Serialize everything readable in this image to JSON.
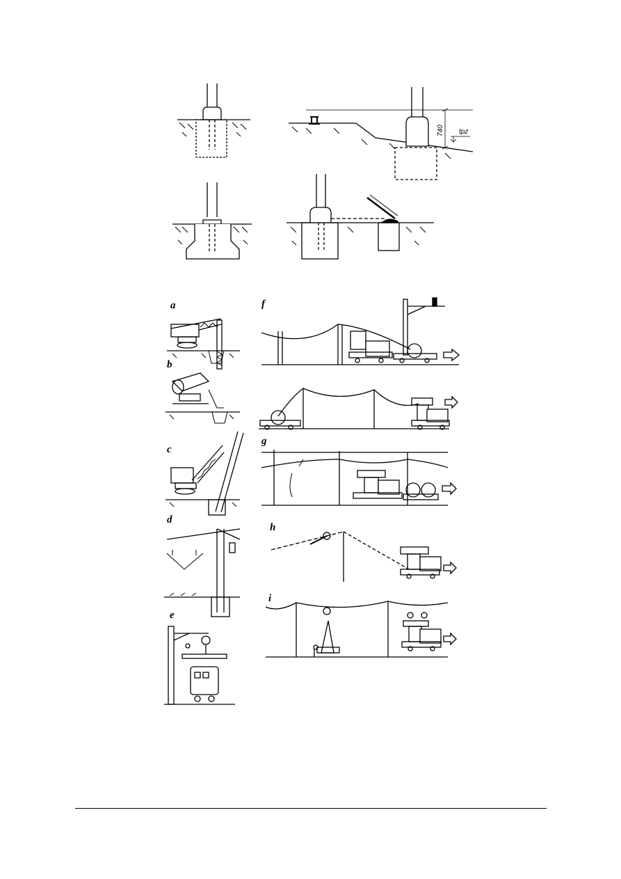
{
  "top_figure": {
    "dimension_label": "740",
    "level_label": "tpz"
  },
  "panels": [
    {
      "label": "a"
    },
    {
      "label": "b"
    },
    {
      "label": "c"
    },
    {
      "label": "d"
    },
    {
      "label": "e"
    },
    {
      "label": "f"
    },
    {
      "label": "g"
    },
    {
      "label": "h"
    },
    {
      "label": "i"
    }
  ]
}
